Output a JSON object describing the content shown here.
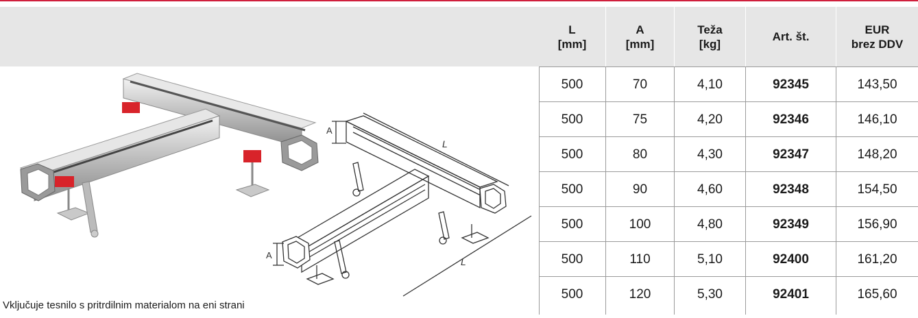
{
  "columns": [
    {
      "label": "L\n[mm]"
    },
    {
      "label": "A\n[mm]"
    },
    {
      "label": "Teža\n[kg]"
    },
    {
      "label": "Art. št."
    },
    {
      "label": "EUR\nbrez DDV"
    }
  ],
  "rows": [
    [
      "500",
      "70",
      "4,10",
      "92345",
      "143,50"
    ],
    [
      "500",
      "75",
      "4,20",
      "92346",
      "146,10"
    ],
    [
      "500",
      "80",
      "4,30",
      "92347",
      "148,20"
    ],
    [
      "500",
      "90",
      "4,60",
      "92348",
      "154,50"
    ],
    [
      "500",
      "100",
      "4,80",
      "92349",
      "156,90"
    ],
    [
      "500",
      "110",
      "5,10",
      "92400",
      "161,20"
    ],
    [
      "500",
      "120",
      "5,30",
      "92401",
      "165,60"
    ]
  ],
  "caption": "Vključuje tesnilo s pritrdilnim materialom na eni strani",
  "drawing_labels": {
    "dim_a_top": "A",
    "dim_l_top": "L",
    "dim_a_bottom": "A",
    "dim_l_bottom": "L"
  },
  "colors": {
    "accent": "#d01f3c",
    "header_bg": "#e6e6e6",
    "grid": "#9a9a9a"
  }
}
